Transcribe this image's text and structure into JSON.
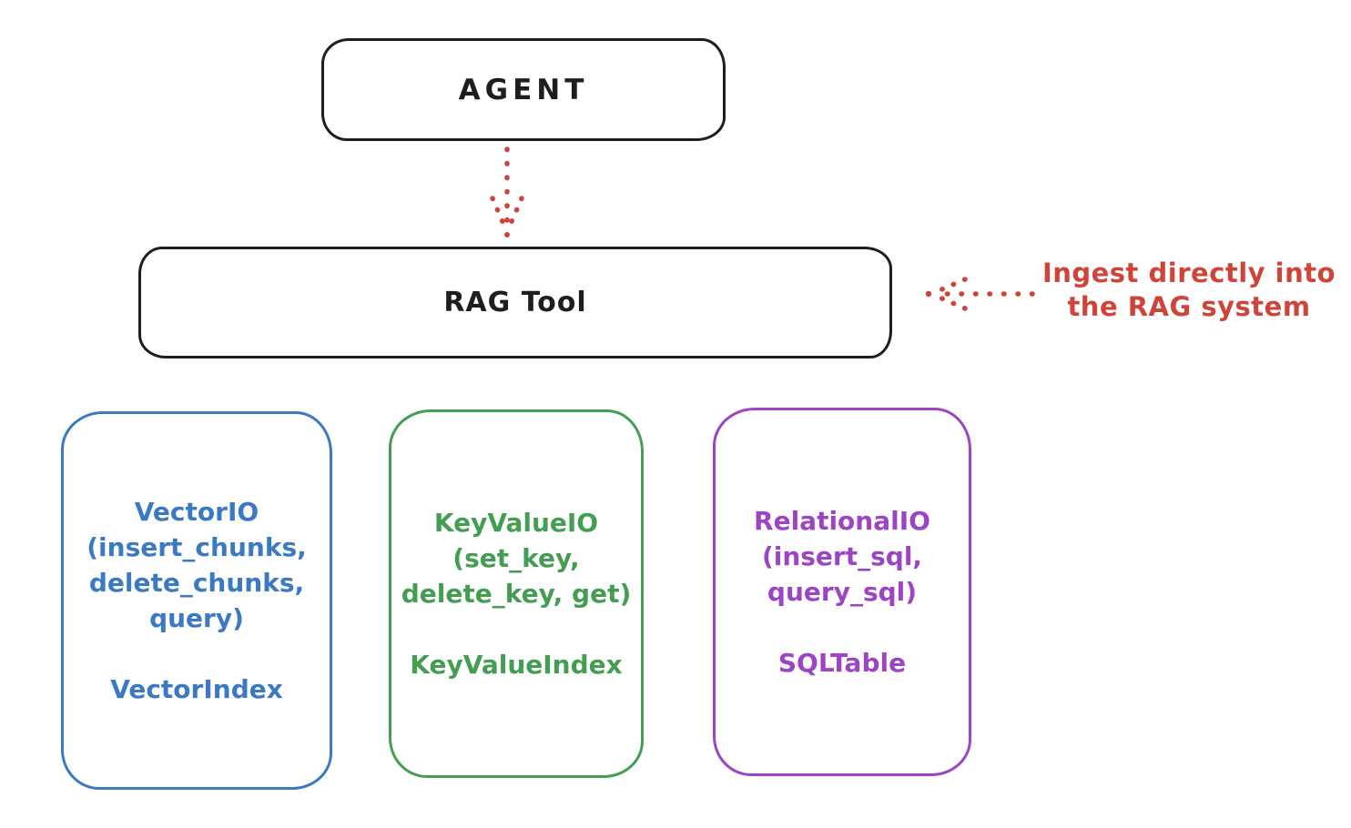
{
  "diagram": {
    "agent_box": {
      "label": "AGENT"
    },
    "rag_box": {
      "label": "RAG Tool"
    },
    "annotation": {
      "line1": "Ingest directly into",
      "line2": "the RAG system"
    },
    "arrows": {
      "agent_to_rag": {
        "style": "dotted",
        "direction": "down",
        "color": "#d04339"
      },
      "annotation_to_rag": {
        "style": "dotted",
        "direction": "left",
        "color": "#d04339"
      }
    },
    "io_boxes": [
      {
        "title": "VectorIO",
        "params": [
          "(insert_chunks,",
          "delete_chunks,",
          "query)"
        ],
        "index": "VectorIndex",
        "color": "#3b7ac2"
      },
      {
        "title": "KeyValueIO",
        "params": [
          "(set_key,",
          "delete_key, get)"
        ],
        "index": "KeyValueIndex",
        "color": "#449e52"
      },
      {
        "title": "RelationalIO",
        "params": [
          "(insert_sql,",
          "query_sql)"
        ],
        "index": "SQLTable",
        "color": "#9c44c4"
      }
    ],
    "colors": {
      "ink": "#1e1e1e",
      "red": "#d04339",
      "blue": "#3b7ac2",
      "green": "#449e52",
      "purple": "#9c44c4",
      "background": "#ffffff"
    }
  }
}
